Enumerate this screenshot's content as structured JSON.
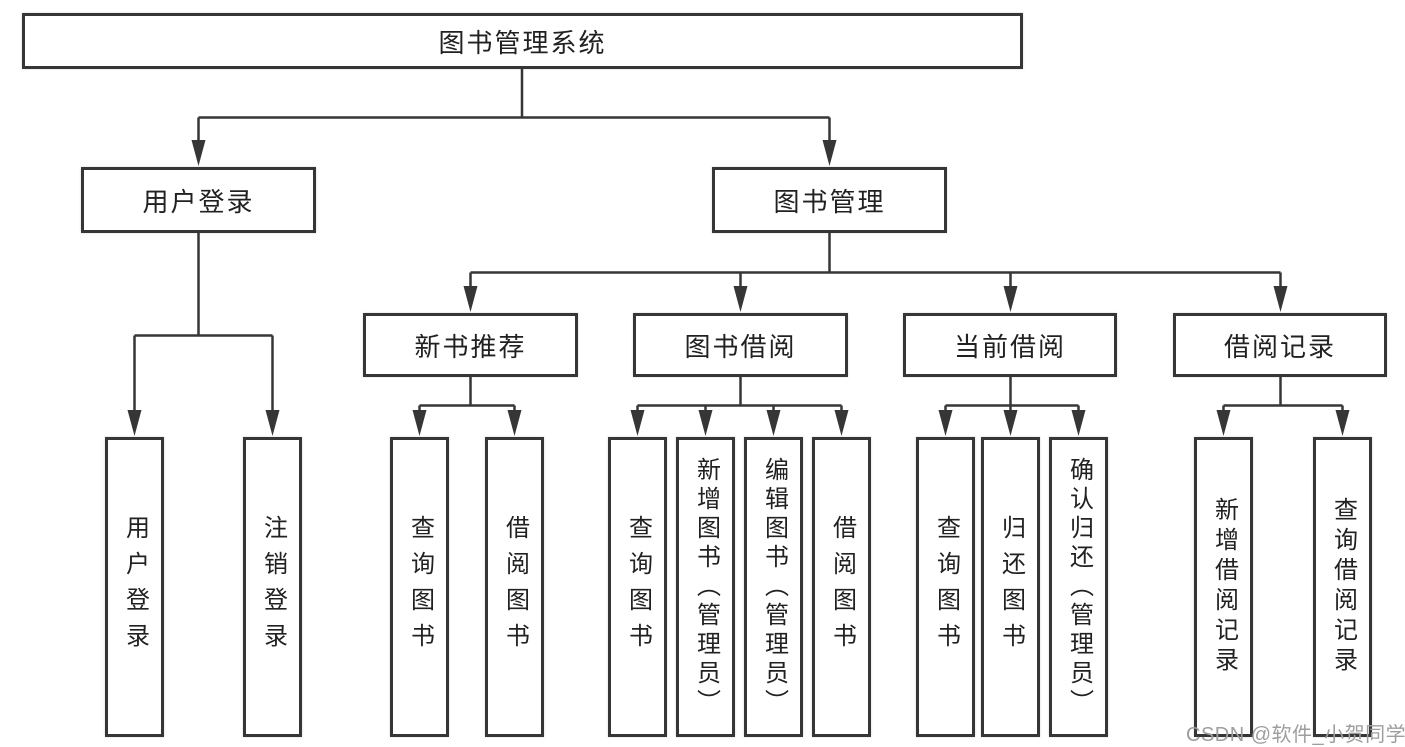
{
  "colors": {
    "background": "#ffffff",
    "line": "#363636",
    "box_border": "#363636",
    "box_fill": "#ffffff",
    "text": "#212121",
    "watermark": "#9e9e9e"
  },
  "tree": {
    "root": "图书管理系统",
    "user_login": {
      "label": "用户登录",
      "children": {
        "login": "用户登录",
        "logout": "注销登录"
      }
    },
    "book_mgmt": {
      "label": "图书管理",
      "children": {
        "new_books": {
          "label": "新书推荐",
          "children": {
            "query": "查询图书",
            "borrow": "借阅图书"
          }
        },
        "borrowing": {
          "label": "图书借阅",
          "children": {
            "query": "查询图书",
            "add": "新增图书（管理员）",
            "edit": "编辑图书（管理员）",
            "borrow": "借阅图书"
          }
        },
        "current": {
          "label": "当前借阅",
          "children": {
            "query": "查询图书",
            "return": "归还图书",
            "confirm": "确认归还（管理员）"
          }
        },
        "records": {
          "label": "借阅记录",
          "children": {
            "add": "新增借阅记录",
            "query": "查询借阅记录"
          }
        }
      }
    }
  },
  "watermark": {
    "text": "CSDN @软件_小贺同学"
  }
}
